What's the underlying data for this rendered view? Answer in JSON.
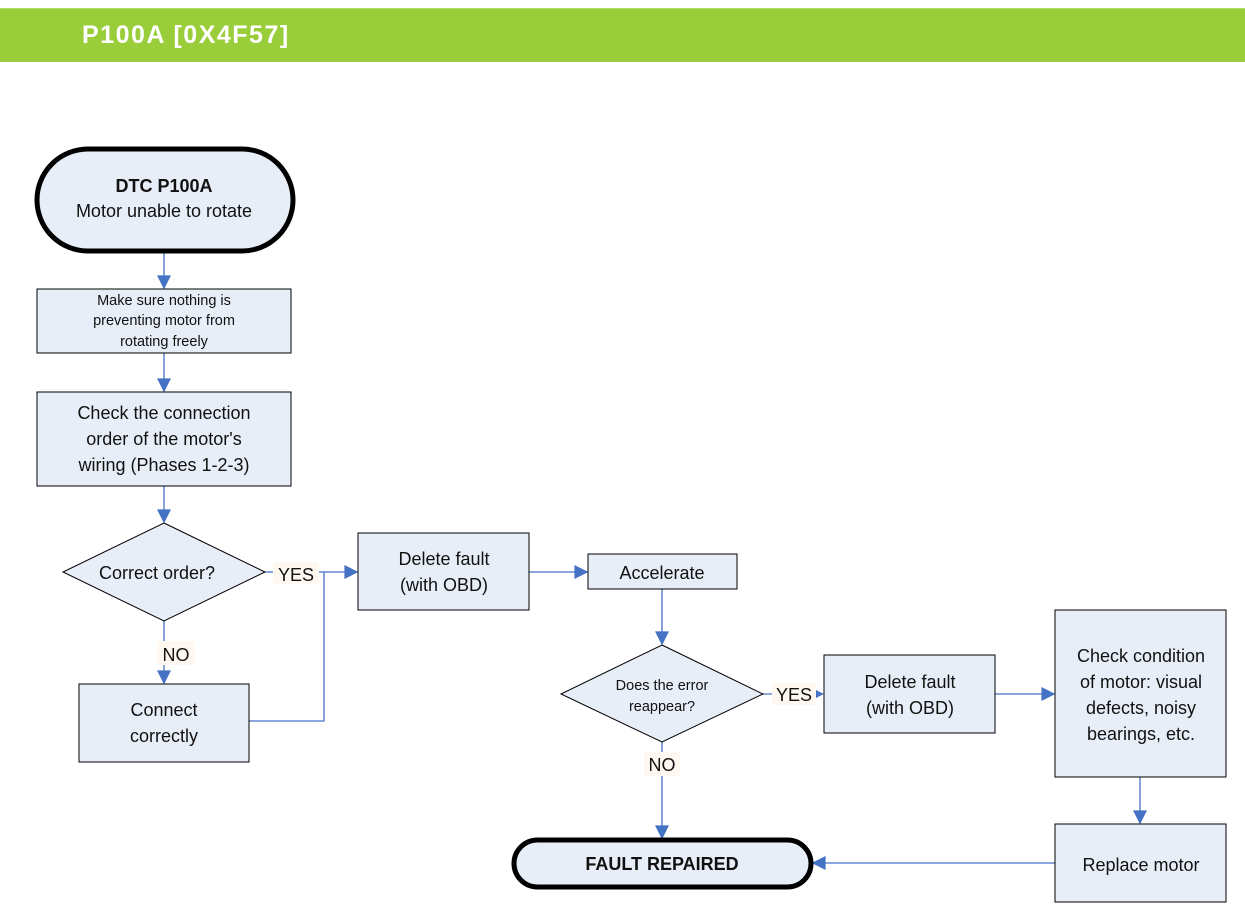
{
  "header": {
    "title": "P100A [0X4F57]"
  },
  "colors": {
    "banner": "#9ACD3A",
    "node_fill": "#E8EEF8",
    "node_stroke": "#000000",
    "connector": "#4472C4",
    "label_bg": "#FFF8F0"
  },
  "flowchart": {
    "start": {
      "line1": "DTC P100A",
      "line2": "Motor unable to rotate"
    },
    "steps": {
      "free_rotation": [
        "Make sure nothing is",
        "preventing motor from",
        "rotating freely"
      ],
      "check_wiring": [
        "Check the connection",
        "order of the motor's",
        "wiring (Phases 1-2-3)"
      ],
      "connect_correctly": [
        "Connect",
        "correctly"
      ],
      "delete_fault_1": [
        "Delete fault",
        "(with OBD)"
      ],
      "accelerate": [
        "Accelerate"
      ],
      "delete_fault_2": [
        "Delete fault",
        "(with OBD)"
      ],
      "check_condition": [
        "Check condition",
        "of motor: visual",
        "defects, noisy",
        "bearings, etc."
      ],
      "replace_motor": [
        "Replace motor"
      ]
    },
    "decisions": {
      "correct_order": [
        "Correct order?"
      ],
      "error_reappear": [
        "Does the error",
        "reappear?"
      ]
    },
    "edge_labels": {
      "correct_order_yes": "YES",
      "correct_order_no": "NO",
      "error_reappear_yes": "YES",
      "error_reappear_no": "NO"
    },
    "end": {
      "label": "FAULT REPAIRED"
    }
  }
}
